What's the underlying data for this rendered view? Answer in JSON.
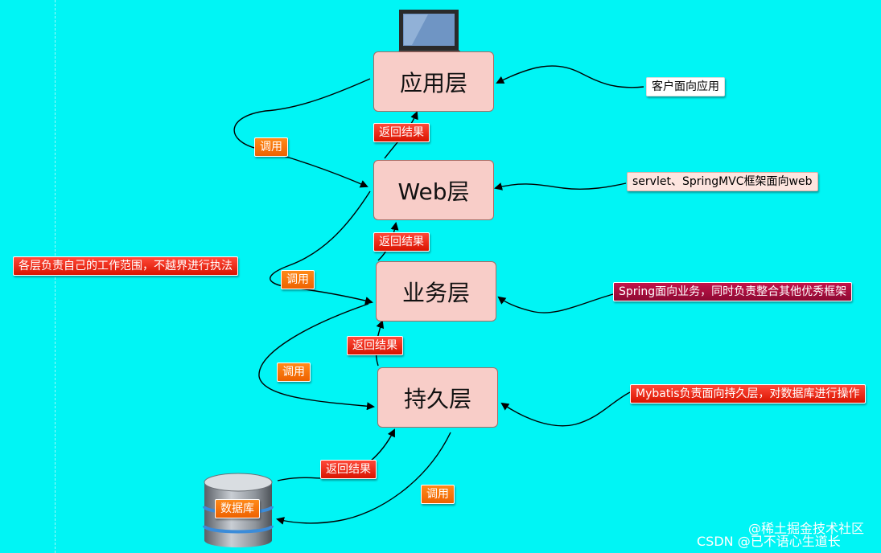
{
  "layers": {
    "app": "应用层",
    "web": "Web层",
    "business": "业务层",
    "persistence": "持久层"
  },
  "labels": {
    "call": "调用",
    "return": "返回结果",
    "database": "数据库"
  },
  "notes": {
    "app": "客户面向应用",
    "web": "servlet、SpringMVC框架面向web",
    "business": "Spring面向业务，同时负责整合其他优秀框架",
    "persistence": "Mybatis负责面向持久层，对数据库进行操作",
    "principle": "各层负责自己的工作范围，不越界进行执法"
  },
  "watermark": {
    "csdn": "CSDN @已不语心生道长",
    "juejin": "@稀土掘金技术社区"
  },
  "colors": {
    "background": "#00f5f5",
    "layer_fill": "#f8cdc8",
    "return_tag": "#e8200a",
    "call_tag": "#ff7a10"
  }
}
